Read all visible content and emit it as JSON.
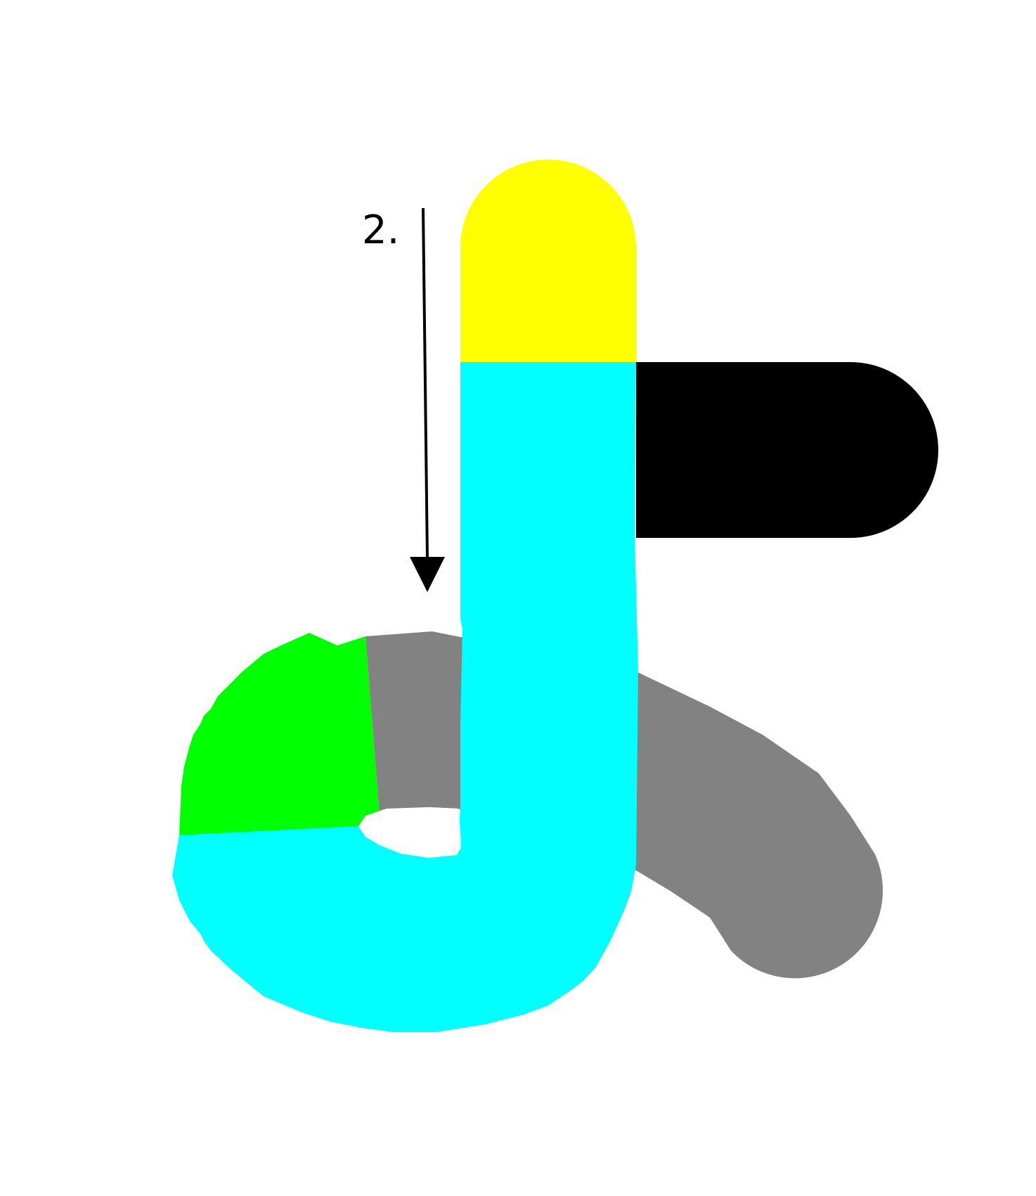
{
  "step_label": "2.",
  "colors": {
    "background": "#ffffff",
    "tail": "#828282",
    "cyan": "#00ffff",
    "yellow": "#ffff00",
    "black_arm": "#000000",
    "green": "#00ff00",
    "arrow": "#000000"
  },
  "parts": [
    "gray-tail-strand",
    "green-loop-segment",
    "cyan-stem-and-loop",
    "yellow-top-cap",
    "black-side-arm",
    "direction-arrow"
  ]
}
